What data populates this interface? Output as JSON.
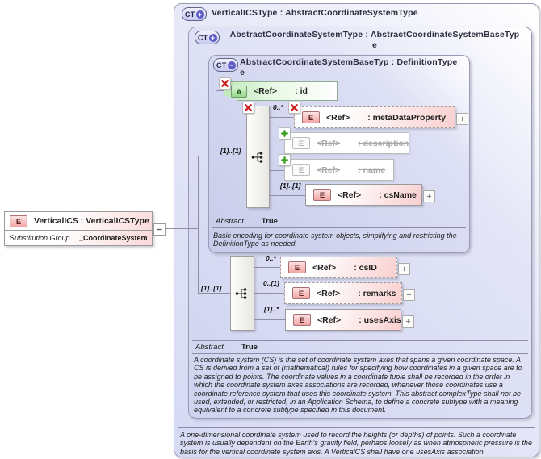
{
  "colors": {
    "container_lavender": "#d6d9f3",
    "element_pink": "#f9cfcf",
    "attribute_green": "#bfe9ba",
    "removed_red": "#cc2020",
    "added_green": "#3aa021",
    "border_gray": "#9b9bb5"
  },
  "icons": {
    "complextype": "CT pill with toggle circle",
    "element_letter": "E",
    "attribute_letter": "A",
    "sequence": "dot-tree glyph",
    "removed_x": "red cross",
    "added_plus": "green plus",
    "expand_plus": "small plus square",
    "collapse_minus": "small minus square"
  },
  "substitution_box": {
    "icon_letter": "E",
    "title": "VerticalICS : VerticalICSType",
    "group_label": "Substitution Group",
    "group_value": "_CoordinateSystem"
  },
  "outer": {
    "icon_label": "CT",
    "toggle": "+",
    "title": "VerticalICSType : AbstractCoordinateSystemType",
    "annotation": "A one-dimensional coordinate system used to record the heights (or depths) of points. Such a coordinate system is usually dependent on the Earth's gravity field, perhaps loosely as when atmospheric pressure is the basis for the vertical coordinate system axis. A VerticalCS shall have one usesAxis association."
  },
  "middle": {
    "icon_label": "CT",
    "toggle": "+",
    "title_line1": "AbstractCoordinateSystemType : AbstractCoordinateSystemBaseTyp",
    "title_line2": "e",
    "abstract_label": "Abstract",
    "abstract_value": "True",
    "annotation": "A coordinate system (CS) is the set of coordinate system axes that spans a given coordinate space. A CS is derived from a set of (mathematical) rules for specifying how coordinates in a given space are to be assigned to points. The coordinate values in a coordinate tuple shall be recorded in the order in which the coordinate system axes associations are recorded, whenever those coordinates use a coordinate reference system that uses this coordinate system. This abstract complexType shall not be used, extended, or restricted, in an Application Schema, to define a concrete subtype with a meaning equivalent to a concrete subtype specified in this document."
  },
  "inner": {
    "icon_label": "CT",
    "toggle": "−",
    "title_line1": "AbstractCoordinateSystemBaseTyp : DefinitionType",
    "title_line2": "e",
    "abstract_label": "Abstract",
    "abstract_value": "True",
    "annotation": "Basic encoding for coordinate system objects, simplifying and restricting the DefinitionType as needed.",
    "attribute": {
      "icon_letter": "A",
      "ref": "<Ref>",
      "name": ": id"
    },
    "seq1": {
      "cardinality": "[1]..[1]",
      "rows": [
        {
          "icon_letter": "E",
          "cardinality": "0..*",
          "ref": "<Ref>",
          "name": ": metaDataProperty"
        },
        {
          "icon_letter": "E",
          "ref": "<Ref>",
          "name": ": description"
        },
        {
          "icon_letter": "E",
          "ref": "<Ref>",
          "name": ": name"
        },
        {
          "icon_letter": "E",
          "cardinality": "[1]..[1]",
          "ref": "<Ref>",
          "name": ": csName"
        }
      ]
    }
  },
  "seq2": {
    "cardinality": "[1]..[1]",
    "rows": [
      {
        "icon_letter": "E",
        "cardinality": "0..*",
        "ref": "<Ref>",
        "name": ": csID"
      },
      {
        "icon_letter": "E",
        "cardinality": "0..[1]",
        "ref": "<Ref>",
        "name": ": remarks"
      },
      {
        "icon_letter": "E",
        "cardinality": "[1]..*",
        "ref": "<Ref>",
        "name": ": usesAxis"
      }
    ]
  }
}
